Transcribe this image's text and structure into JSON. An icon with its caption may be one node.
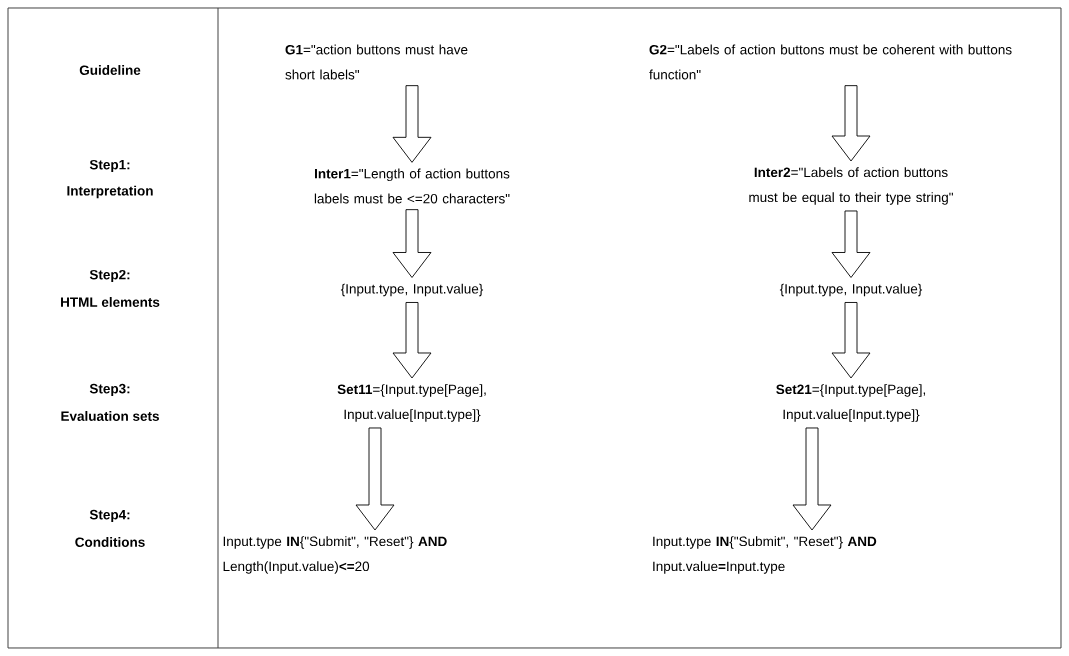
{
  "diagram": {
    "nodes": [
      {
        "text": [
          "**G1**=\"action buttons must have short labels\""
        ]
      },
      {
        "text": [
          "**G2**=\"Labels of action buttons must be coherent with buttons function\""
        ]
      },
      {
        "text": [
          "**Inter1**=\"Length of action buttons labels must be <=20 characters\""
        ]
      },
      {
        "text": [
          "**Inter2**=\"Labels of action buttons must be equal to their type string\""
        ]
      },
      {
        "text": [
          "{Input.type, Input.value}"
        ]
      },
      {
        "text": [
          "{Input.type, Input.value}"
        ]
      },
      {
        "text": [
          "**Set11**={Input.type[Page], Input.value[Input.type]}"
        ]
      },
      {
        "text": [
          "**Set21**={Input.type[Page], Input.value[Input.type]}"
        ]
      },
      {
        "text": [
          "Input.type **IN**{\"Submit\", \"Reset\"} **AND** Length(Input.value)**<=**20"
        ]
      },
      {
        "text": [
          "Input.type **IN**{\"Submit\", \"Reset\"} **AND** Input.value**=**Input.type"
        ]
      }
    ],
    "edges": [
      {
        "from": 0,
        "to": 2,
        "arrow": "to"
      },
      {
        "from": 1,
        "to": 3,
        "arrow": "to"
      },
      {
        "from": 2,
        "to": 4,
        "arrow": "to"
      },
      {
        "from": 3,
        "to": 5,
        "arrow": "to"
      },
      {
        "from": 4,
        "to": 6,
        "arrow": "to"
      },
      {
        "from": 5,
        "to": 7,
        "arrow": "to"
      },
      {
        "from": 6,
        "to": 8,
        "arrow": "to"
      },
      {
        "from": 7,
        "to": 9,
        "arrow": "to"
      }
    ],
    "labels": [
      "Guideline",
      "Step1:",
      "Interpretation",
      "Step2:",
      "HTML elements",
      "Step3:",
      "Evaluation sets",
      "Step4:",
      "Conditions"
    ]
  }
}
